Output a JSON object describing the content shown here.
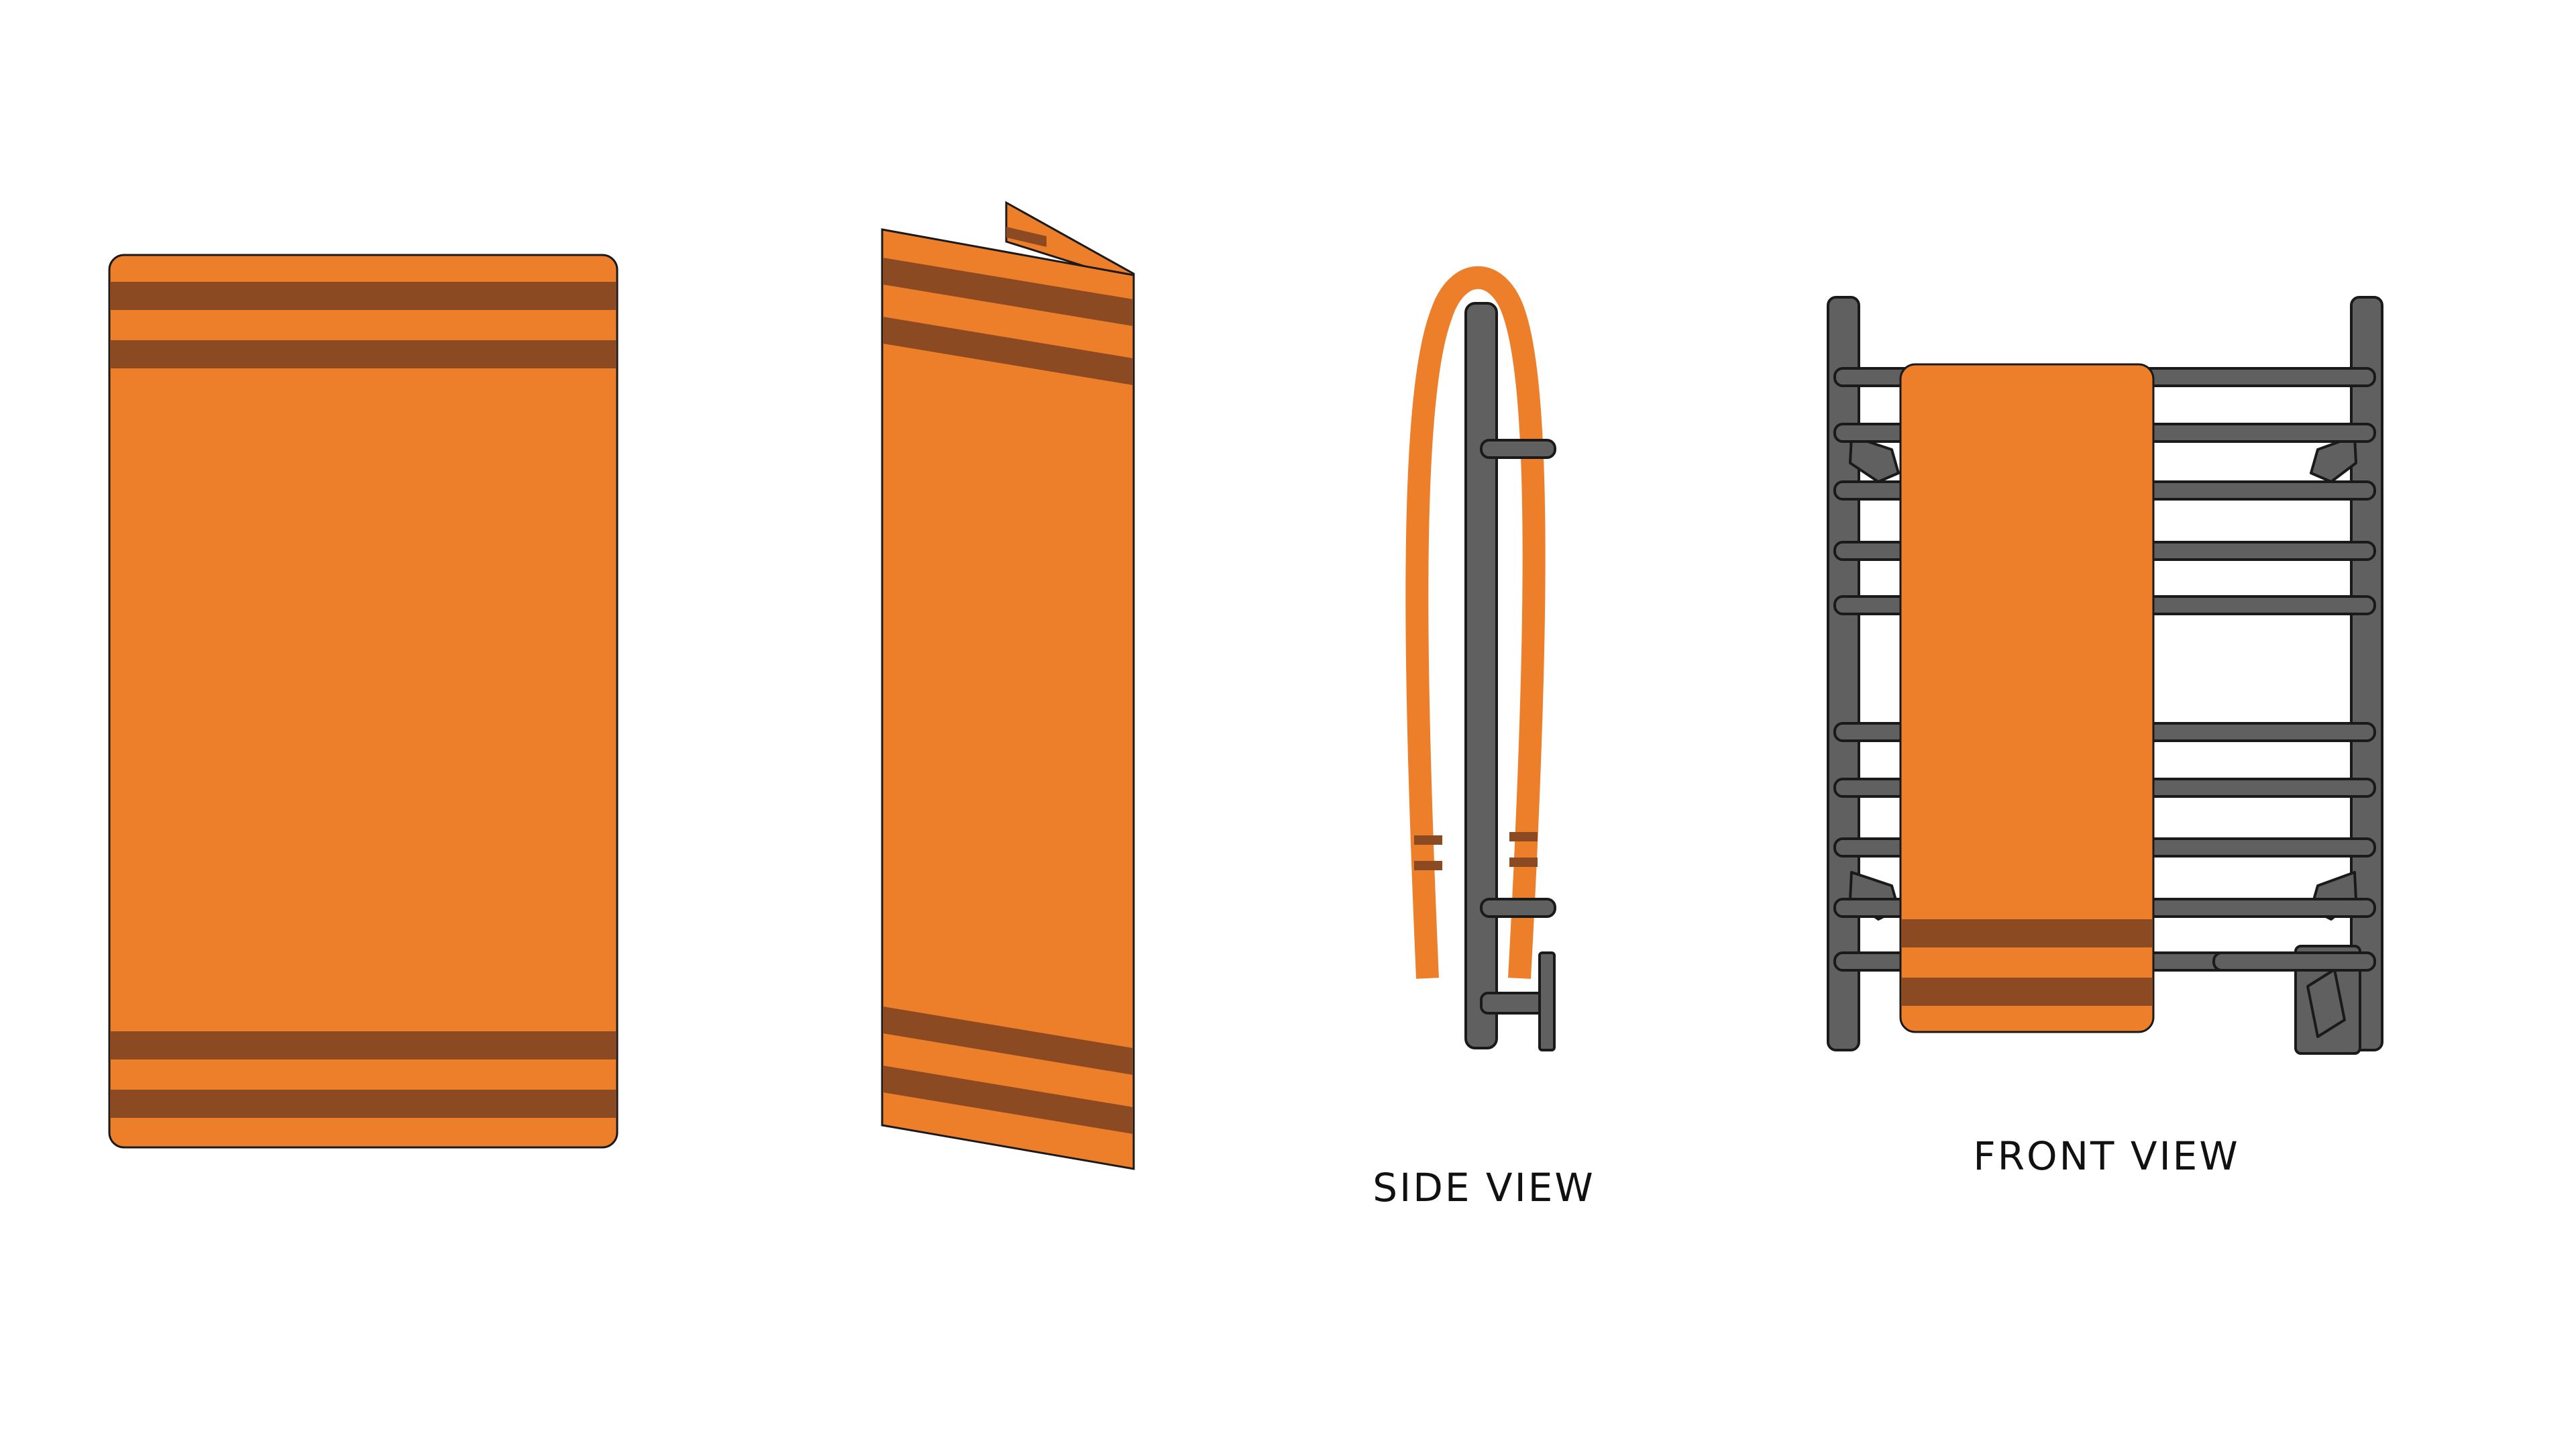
{
  "labels": {
    "side_view": "SIDE VIEW",
    "front_view": "FRONT VIEW"
  },
  "colors": {
    "towel": "#ED7F2A",
    "stripe": "#8B4A22",
    "rail": "#606060",
    "outline": "#1A1A1A",
    "background": "#FFFFFF"
  },
  "illustrations": [
    "towel-flat",
    "towel-folded",
    "towel-on-rail-side-view",
    "towel-on-rail-front-view"
  ]
}
